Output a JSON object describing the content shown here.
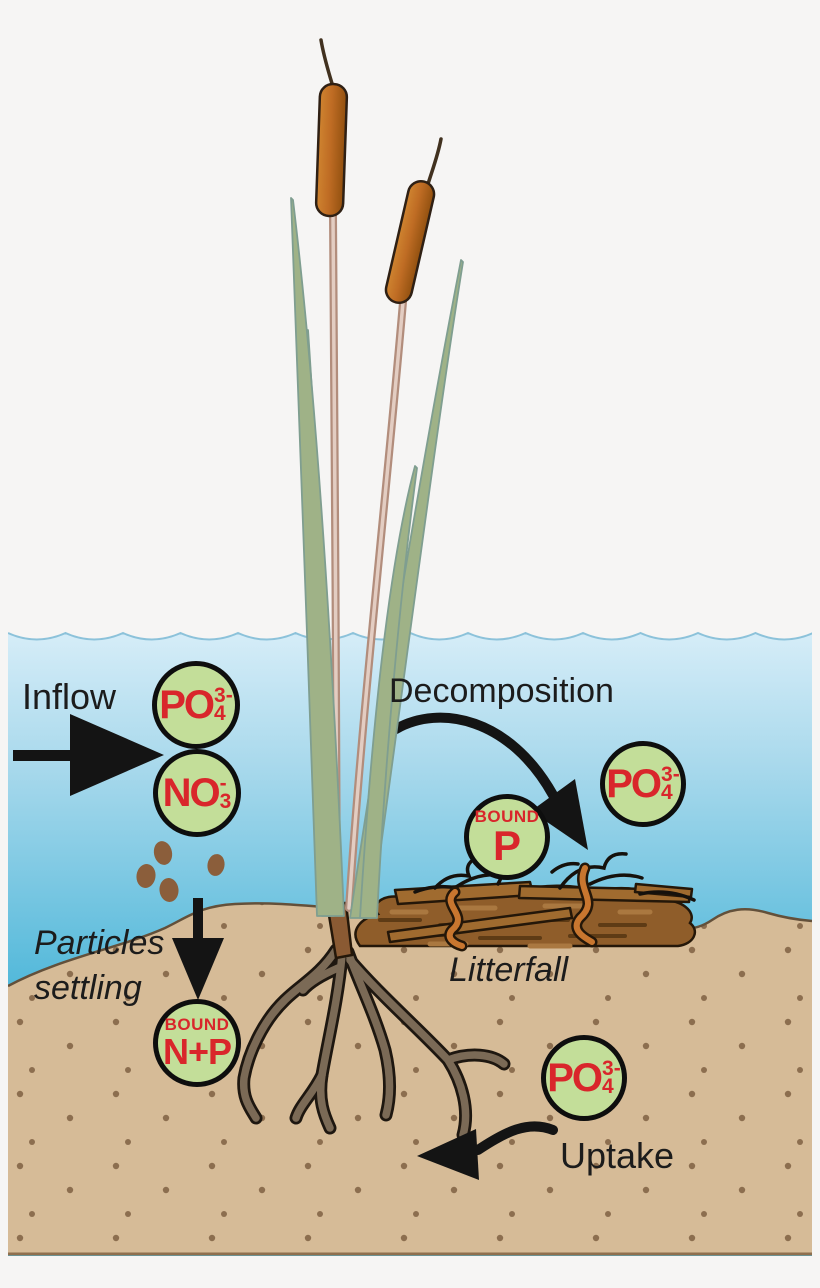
{
  "labels": {
    "inflow": "Inflow",
    "decomposition": "Decomposition",
    "particles_settling": [
      "Particles",
      "settling"
    ],
    "litterfall": "Litterfall",
    "uptake": "Uptake"
  },
  "molecules": {
    "po4": {
      "main": "PO",
      "sup": "3-",
      "sub": "4"
    },
    "no3": {
      "main": "NO",
      "sup": "-",
      "sub": "3"
    },
    "bound_p": {
      "label": "BOUND",
      "symbol": "P"
    },
    "bound_np": {
      "label": "BOUND",
      "symbol": "N+P"
    }
  },
  "colors": {
    "background": "#f6f5f4",
    "water_top": "#d6edf8",
    "water_bottom": "#49b5d8",
    "sand": "#d6bb97",
    "sand_dot": "#8c6e4f",
    "node_fill": "#c3de99",
    "node_border": "#0e0e0e",
    "formula_red": "#d9262b",
    "arrow_black": "#141414",
    "catkin_brown": "#bf6c24",
    "leaf_green": "#9fb287",
    "root_brown": "#7b6a56",
    "litter_brown": "#8f5d2a"
  }
}
